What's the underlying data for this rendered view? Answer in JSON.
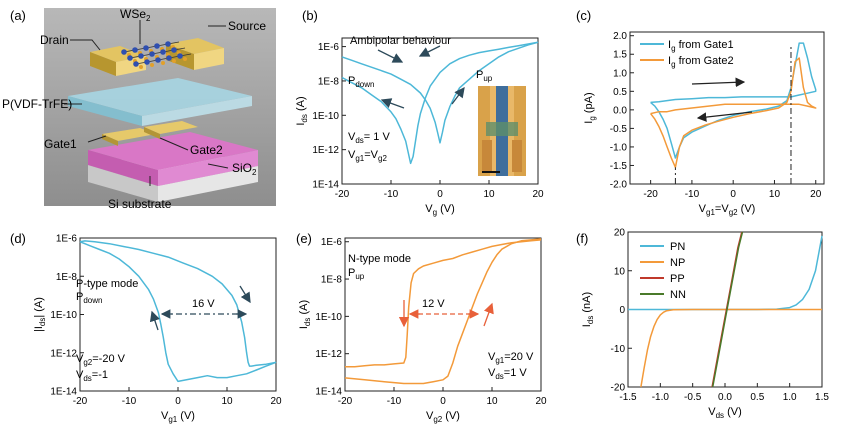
{
  "panels": {
    "a": {
      "letter": "(a)",
      "labels": {
        "drain": "Drain",
        "wse2_base": "WSe",
        "wse2_sub": "2",
        "source": "Source",
        "ferro": "P(VDF-TrFE)",
        "gate1": "Gate1",
        "gate2": "Gate2",
        "sio2_base": "SiO",
        "sio2_sub": "2",
        "si": "Si substrate"
      }
    },
    "b": {
      "letter": "(b)",
      "annot": {
        "ambipolar": "Ambipolar behaviour",
        "pdown_base": "P",
        "pdown_sub": "down",
        "pup_base": "P",
        "pup_sub": "up",
        "vds_base": "V",
        "vds_sub": "ds",
        "vds_val": "= 1 V",
        "vg_base1": "V",
        "vg_sub1": "g1",
        "vg_eq": "=V",
        "vg_sub2": "g2"
      }
    },
    "c": {
      "letter": "(c)",
      "legend": [
        {
          "base": "I",
          "sub": "g",
          "rest": " from Gate1",
          "color": "#4db8d8"
        },
        {
          "base": "I",
          "sub": "g",
          "rest": " from Gate2",
          "color": "#f39a3a"
        }
      ]
    },
    "d": {
      "letter": "(d)",
      "annot": {
        "mode": "P-type mode",
        "p_base": "P",
        "p_sub": "down",
        "width": "16 V",
        "vg2_base": "V",
        "vg2_sub": "g2",
        "vg2_val": "=-20 V",
        "vds_base": "V",
        "vds_sub": "ds",
        "vds_val": "=-1"
      }
    },
    "e": {
      "letter": "(e)",
      "annot": {
        "mode": "N-type mode",
        "p_base": "P",
        "p_sub": "up",
        "width": "12 V",
        "vg1_base": "V",
        "vg1_sub": "g1",
        "vg1_val": "=20 V",
        "vds_base": "V",
        "vds_sub": "ds",
        "vds_val": "=1 V"
      }
    },
    "f": {
      "letter": "(f)",
      "legend": [
        {
          "name": "PN",
          "color": "#4db8d8"
        },
        {
          "name": "NP",
          "color": "#f39a3a"
        },
        {
          "name": "PP",
          "color": "#c0392b"
        },
        {
          "name": "NN",
          "color": "#4a7a2a"
        }
      ]
    }
  },
  "chart_data": [
    {
      "panel": "b",
      "type": "line",
      "xlabel_base": "V",
      "xlabel_sub": "g",
      "xlabel_unit": " (V)",
      "ylabel_base": "I",
      "ylabel_sub": "ds",
      "ylabel_unit": " (A)",
      "xlim": [
        -20,
        20
      ],
      "ylim": [
        -14,
        -5.5
      ],
      "ylog": true,
      "xticks": [
        "-20",
        "-10",
        "0",
        "10",
        "20"
      ],
      "yticks": [
        {
          "v": -6,
          "t": "1E-6"
        },
        {
          "v": -8,
          "t": "1E-8"
        },
        {
          "v": -10,
          "t": "1E-10"
        },
        {
          "v": -12,
          "t": "1E-12"
        },
        {
          "v": -14,
          "t": "1E-14"
        }
      ],
      "series": [
        {
          "color": "#4db8d8",
          "x": [
            -20,
            -18,
            -16,
            -14,
            -12,
            -10,
            -9,
            -8,
            -7,
            -6,
            -5.5,
            -5,
            -4.5,
            -4,
            -3,
            -2,
            0,
            2,
            4,
            6,
            8,
            10,
            12,
            14,
            16,
            18,
            20
          ],
          "y": [
            -7.8,
            -8.1,
            -8.4,
            -8.8,
            -9.2,
            -9.8,
            -10.2,
            -10.8,
            -11.5,
            -12.8,
            -12.4,
            -11.5,
            -10.6,
            -9.9,
            -9.0,
            -8.3,
            -7.5,
            -7.0,
            -6.7,
            -6.5,
            -6.35,
            -6.25,
            -6.15,
            -6.05,
            -5.95,
            -5.85,
            -5.75
          ]
        },
        {
          "color": "#4db8d8",
          "x": [
            -20,
            -18,
            -16,
            -14,
            -12,
            -10,
            -8,
            -6,
            -4,
            -3,
            -2,
            -1,
            -0.5,
            0,
            0.5,
            1,
            2,
            3,
            4,
            6,
            8,
            10,
            12,
            14,
            16,
            18,
            20
          ],
          "y": [
            -6.6,
            -6.8,
            -7.0,
            -7.2,
            -7.4,
            -7.6,
            -7.9,
            -8.2,
            -8.7,
            -9.1,
            -9.6,
            -10.4,
            -11.0,
            -11.6,
            -11.0,
            -10.3,
            -9.5,
            -8.9,
            -8.4,
            -7.9,
            -7.4,
            -7.0,
            -6.6,
            -6.3,
            -6.1,
            -5.9,
            -5.75
          ]
        }
      ]
    },
    {
      "panel": "c",
      "type": "line",
      "xlabel_base": "V",
      "xlabel_sub": "g1",
      "xlabel_eq": "=V",
      "xlabel_sub2": "g2",
      "xlabel_unit": " (V)",
      "ylabel_base": "I",
      "ylabel_sub": "g",
      "ylabel_unit": " (pA)",
      "xlim": [
        -25,
        22
      ],
      "ylim": [
        -2.0,
        2.1
      ],
      "xticks": [
        "-20",
        "-10",
        "0",
        "10",
        "20"
      ],
      "yticks": [
        "2.0",
        "1.5",
        "1.0",
        "0.5",
        "0.0",
        "-0.5",
        "-1.0",
        "-1.5",
        "-2.0"
      ],
      "series": [
        {
          "name": "Gate1",
          "color": "#4db8d8",
          "x": [
            -20,
            -19,
            -18,
            -17,
            -16,
            -15,
            -14,
            -13,
            -12,
            -10,
            -7,
            -4,
            0,
            4,
            8,
            11,
            13,
            14,
            15,
            16,
            17,
            18,
            19,
            20,
            20,
            18,
            16,
            14,
            12,
            10,
            6,
            2,
            -2,
            -6,
            -10,
            -14,
            -16,
            -18,
            -20
          ],
          "y": [
            0.2,
            0.1,
            -0.05,
            -0.25,
            -0.5,
            -0.9,
            -1.3,
            -1.0,
            -0.75,
            -0.6,
            -0.45,
            -0.3,
            -0.15,
            -0.05,
            0.02,
            0.1,
            0.25,
            0.6,
            1.2,
            1.8,
            1.8,
            1.4,
            0.9,
            0.55,
            0.5,
            0.45,
            0.4,
            0.35,
            0.35,
            0.35,
            0.35,
            0.35,
            0.33,
            0.33,
            0.3,
            0.28,
            0.25,
            0.22,
            0.2
          ]
        },
        {
          "name": "Gate2",
          "color": "#f39a3a",
          "x": [
            -20,
            -19,
            -18,
            -17,
            -16,
            -15,
            -14,
            -13,
            -12,
            -10,
            -7,
            -4,
            0,
            4,
            8,
            11,
            13,
            14,
            15,
            16,
            17,
            18,
            19,
            20,
            20,
            18,
            16,
            14,
            12,
            10,
            6,
            2,
            -2,
            -6,
            -10,
            -14,
            -16,
            -18,
            -20
          ],
          "y": [
            -0.1,
            -0.25,
            -0.45,
            -0.7,
            -1.0,
            -1.3,
            -1.55,
            -1.0,
            -0.7,
            -0.55,
            -0.42,
            -0.32,
            -0.2,
            -0.1,
            -0.02,
            0.05,
            0.2,
            0.5,
            1.3,
            1.4,
            0.6,
            0.2,
            0.1,
            0.05,
            0.05,
            0.1,
            0.15,
            0.15,
            0.15,
            0.15,
            0.15,
            0.15,
            0.15,
            0.1,
            0.05,
            0.0,
            -0.05,
            -0.05,
            -0.1
          ]
        }
      ]
    },
    {
      "panel": "d",
      "type": "line",
      "xlabel_base": "V",
      "xlabel_sub": "g1",
      "xlabel_unit": " (V)",
      "ylabel_base": "|I",
      "ylabel_sub": "ds",
      "ylabel_unit": "| (A)",
      "xlim": [
        -20,
        20
      ],
      "ylim": [
        -14,
        -6
      ],
      "ylog": true,
      "xticks": [
        "-20",
        "-10",
        "0",
        "10",
        "20"
      ],
      "yticks": [
        {
          "v": -6,
          "t": "1E-6"
        },
        {
          "v": -8,
          "t": "1E-8"
        },
        {
          "v": -10,
          "t": "1E-10"
        },
        {
          "v": -12,
          "t": "1E-12"
        },
        {
          "v": -14,
          "t": "1E-14"
        }
      ],
      "series": [
        {
          "color": "#4db8d8",
          "x": [
            -20,
            -19,
            -17,
            -14,
            -11,
            -8,
            -5,
            -2,
            1,
            4,
            7,
            9,
            11,
            12,
            13,
            13.6,
            14,
            14.3,
            14.6,
            15,
            16,
            18,
            20
          ],
          "y": [
            -6.2,
            -6.15,
            -6.2,
            -6.3,
            -6.45,
            -6.6,
            -6.8,
            -7.0,
            -7.3,
            -7.6,
            -8.0,
            -8.4,
            -9.0,
            -9.5,
            -10.4,
            -11.2,
            -12.0,
            -12.5,
            -12.7,
            -12.7,
            -12.65,
            -12.6,
            -12.5
          ]
        },
        {
          "color": "#4db8d8",
          "x": [
            20,
            18,
            16,
            14,
            12,
            10,
            8,
            6,
            4,
            2,
            0,
            -1,
            -2,
            -2.5,
            -3,
            -3.5,
            -4,
            -5,
            -6,
            -8,
            -10,
            -12,
            -14,
            -16,
            -18,
            -19,
            -20
          ],
          "y": [
            -12.5,
            -12.7,
            -12.9,
            -13.1,
            -13.2,
            -13.3,
            -13.3,
            -13.2,
            -13.3,
            -13.4,
            -13.5,
            -13.1,
            -12.6,
            -12.0,
            -11.2,
            -10.5,
            -9.9,
            -9.2,
            -8.7,
            -8.0,
            -7.5,
            -7.1,
            -6.8,
            -6.6,
            -6.4,
            -6.3,
            -6.2
          ]
        }
      ]
    },
    {
      "panel": "e",
      "type": "line",
      "xlabel_base": "V",
      "xlabel_sub": "g2",
      "xlabel_unit": " (V)",
      "ylabel_base": "I",
      "ylabel_sub": "ds",
      "ylabel_unit": " (A)",
      "xlim": [
        -20,
        20
      ],
      "ylim": [
        -14,
        -5.8
      ],
      "ylog": true,
      "xticks": [
        "-20",
        "-10",
        "0",
        "10",
        "20"
      ],
      "yticks": [
        {
          "v": -6,
          "t": "1E-6"
        },
        {
          "v": -8,
          "t": "1E-8"
        },
        {
          "v": -10,
          "t": "1E-10"
        },
        {
          "v": -12,
          "t": "1E-12"
        },
        {
          "v": -14,
          "t": "1E-14"
        }
      ],
      "series": [
        {
          "color": "#f39a3a",
          "x": [
            20,
            18,
            16,
            14,
            12,
            10,
            8,
            6,
            4,
            2,
            0,
            -2,
            -4,
            -5,
            -6,
            -6.5,
            -7,
            -7.3,
            -7.6,
            -8,
            -10,
            -12,
            -14,
            -16,
            -18,
            -20
          ],
          "y": [
            -5.9,
            -5.95,
            -6.0,
            -6.05,
            -6.15,
            -6.25,
            -6.4,
            -6.55,
            -6.7,
            -6.9,
            -7.0,
            -7.15,
            -7.3,
            -7.45,
            -7.7,
            -8.2,
            -9.5,
            -11.0,
            -12.2,
            -12.5,
            -12.55,
            -12.6,
            -12.6,
            -12.65,
            -12.7,
            -12.7
          ]
        },
        {
          "color": "#f39a3a",
          "x": [
            -20,
            -16,
            -12,
            -8,
            -4,
            -2,
            0,
            1,
            2,
            3,
            4,
            5,
            6,
            7,
            8,
            9,
            10,
            11,
            12,
            14,
            16,
            18,
            20
          ],
          "y": [
            -13.3,
            -13.4,
            -13.5,
            -13.6,
            -13.6,
            -13.5,
            -13.4,
            -13.2,
            -12.5,
            -11.6,
            -10.9,
            -10.2,
            -9.5,
            -8.8,
            -8.2,
            -7.6,
            -7.1,
            -6.7,
            -6.4,
            -6.1,
            -5.95,
            -5.9,
            -5.85
          ]
        }
      ]
    },
    {
      "panel": "f",
      "type": "line",
      "xlabel_base": "V",
      "xlabel_sub": "ds",
      "xlabel_unit": " (V)",
      "ylabel_base": "I",
      "ylabel_sub": "ds",
      "ylabel_unit": " (nA)",
      "xlim": [
        -1.5,
        1.5
      ],
      "ylim": [
        -20,
        20
      ],
      "xticks": [
        "-1.5",
        "-1.0",
        "-0.5",
        "0.0",
        "0.5",
        "1.0",
        "1.5"
      ],
      "yticks": [
        "20",
        "10",
        "0",
        "-10",
        "-20"
      ],
      "series": [
        {
          "name": "PN",
          "color": "#4db8d8",
          "x": [
            -1.5,
            -0.5,
            0,
            0.5,
            0.8,
            1.0,
            1.1,
            1.2,
            1.3,
            1.4,
            1.5
          ],
          "y": [
            0,
            0,
            0,
            0,
            0.1,
            0.5,
            1.2,
            2.6,
            5.2,
            10,
            19
          ]
        },
        {
          "name": "NP",
          "color": "#f39a3a",
          "x": [
            -1.3,
            -1.25,
            -1.2,
            -1.15,
            -1.1,
            -1.05,
            -1.0,
            -0.95,
            -0.9,
            -0.8,
            -0.5,
            0,
            0.5,
            1.0,
            1.5
          ],
          "y": [
            -20,
            -15,
            -10.5,
            -7,
            -4.4,
            -2.6,
            -1.4,
            -0.7,
            -0.3,
            -0.05,
            0,
            0,
            0,
            0,
            0
          ]
        },
        {
          "name": "PP",
          "color": "#c0392b",
          "x": [
            -0.2,
            -0.1,
            0,
            0.1,
            0.2,
            0.26
          ],
          "y": [
            -20,
            -11,
            -2,
            7,
            16,
            20
          ]
        },
        {
          "name": "NN",
          "color": "#4a7a2a",
          "x": [
            -0.19,
            -0.09,
            0.01,
            0.11,
            0.21,
            0.27
          ],
          "y": [
            -20,
            -11,
            -2,
            7,
            16,
            20
          ]
        }
      ]
    }
  ]
}
